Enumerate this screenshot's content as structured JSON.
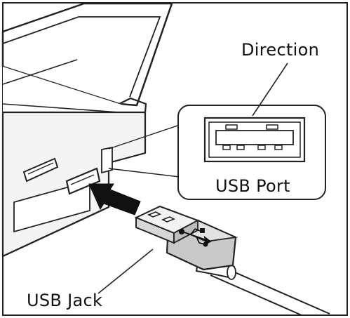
{
  "diagram": {
    "labels": {
      "direction": "Direction",
      "usb_port": "USB Port",
      "usb_jack": "USB Jack"
    },
    "colors": {
      "line": "#222222",
      "fill_light": "#f2f2f2",
      "fill_mid": "#c9c9c9",
      "fill_dark": "#8a8a8a",
      "arrow": "#111111",
      "background": "#ffffff"
    },
    "icons": [
      "usb-symbol-icon",
      "insert-arrow-icon"
    ]
  }
}
